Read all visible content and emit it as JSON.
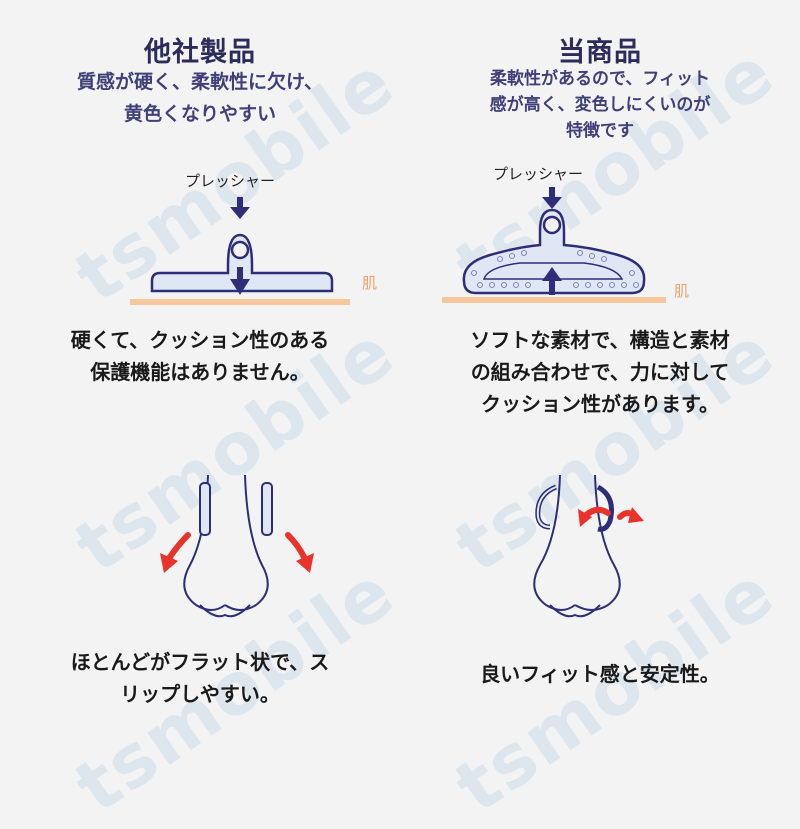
{
  "left": {
    "title": "他社製品",
    "subtitle": "質感が硬く、柔軟性に欠け、\n黄色くなりやすい",
    "pressure_label": "プレッシャー",
    "skin_label": "肌",
    "cushion_desc": "硬くて、クッション性のある\n保護機能はありません。",
    "fit_desc": "ほとんどがフラット状で、ス\nリップしやすい。"
  },
  "right": {
    "title": "当商品",
    "subtitle": "柔軟性があるので、フィット\n感が高く、変色しにくいのが\n特徴です",
    "pressure_label": "プレッシャー",
    "skin_label": "肌",
    "cushion_desc": "ソフトな素材で、構造と素材\nの組み合わせで、力に対して\nクッション性があります。",
    "fit_desc": "良いフィット感と安定性。"
  },
  "watermark": "tsmobile",
  "colors": {
    "navy": "#2e2e78",
    "skin": "#f6c79d",
    "red": "#e8322a",
    "pad_fill": "#dfe6f4"
  },
  "icons": [
    "down-arrow-icon",
    "up-arrow-icon",
    "nose-icon",
    "red-arrow-icon"
  ]
}
